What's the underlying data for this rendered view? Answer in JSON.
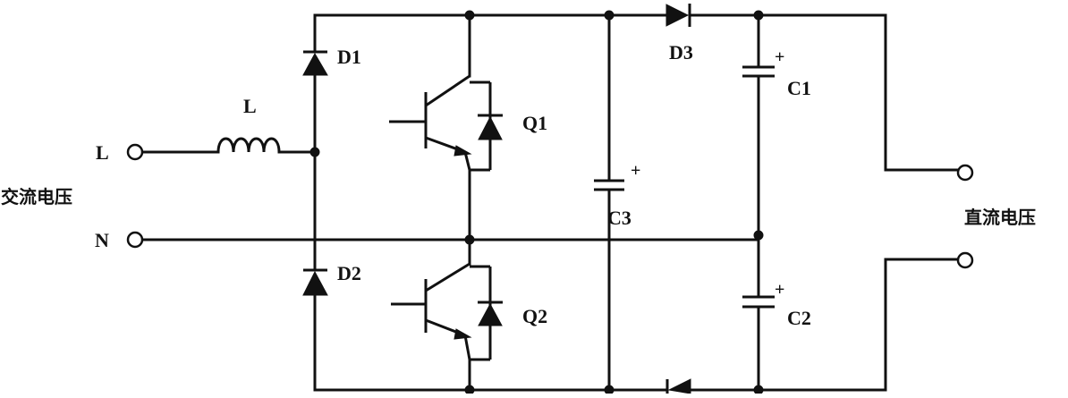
{
  "labels": {
    "inductor": "L",
    "terminal_l": "L",
    "terminal_n": "N",
    "ac_voltage": "交流电压",
    "dc_voltage": "直流电压",
    "d1": "D1",
    "d2": "D2",
    "d3": "D3",
    "q1": "Q1",
    "q2": "Q2",
    "c1": "C1",
    "c2": "C2",
    "c3": "C3",
    "plus": "+"
  }
}
